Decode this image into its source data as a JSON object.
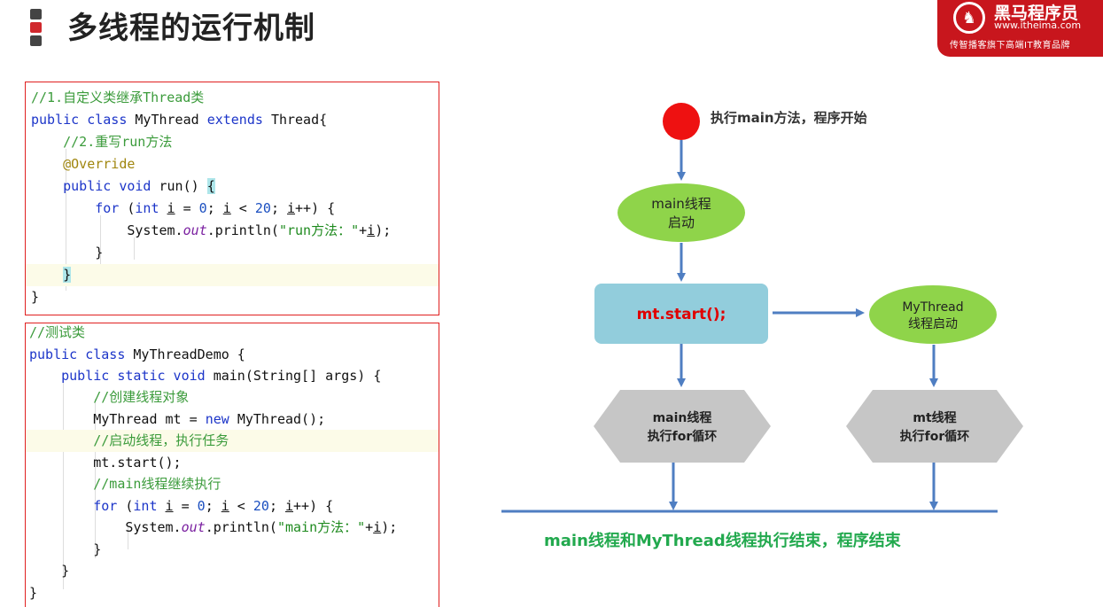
{
  "title": "多线程的运行机制",
  "logo": {
    "name": "黑马程序员",
    "url": "www.itheima.com",
    "slogan": "传智播客旗下高端IT教育品牌"
  },
  "colors": {
    "code_border": "#e02020",
    "arrow": "#4f7ec2",
    "start_node": "#ee1111",
    "ellipse": "#8fd44a",
    "process": "#92cddc",
    "hexagon": "#c6c6c6",
    "end_text": "#22a94e"
  },
  "code_block_1": [
    "//1.自定义类继承Thread类",
    "public class MyThread extends Thread{",
    "    //2.重写run方法",
    "    @Override",
    "    public void run() {",
    "        for (int i = 0; i < 20; i++) {",
    "            System.out.println(\"run方法：\"+i);",
    "        }",
    "    }",
    "}"
  ],
  "code_block_2": [
    "//测试类",
    "public class MyThreadDemo {",
    "    public static void main(String[] args) {",
    "        //创建线程对象",
    "        MyThread mt = new MyThread();",
    "        //启动线程，执行任务",
    "        mt.start();",
    "        //main线程继续执行",
    "        for (int i = 0; i < 20; i++) {",
    "            System.out.println(\"main方法：\"+i);",
    "        }",
    "    }",
    "}"
  ],
  "flow": {
    "start_label": "执行main方法，程序开始",
    "main_thread_start": [
      "main线程",
      "启动"
    ],
    "start_call": "mt.start();",
    "mythread_start": [
      "MyThread",
      "线程启动"
    ],
    "main_loop": [
      "main线程",
      "执行for循环"
    ],
    "mt_loop": [
      "mt线程",
      "执行for循环"
    ],
    "end_label": "main线程和MyThread线程执行结束，程序结束"
  }
}
